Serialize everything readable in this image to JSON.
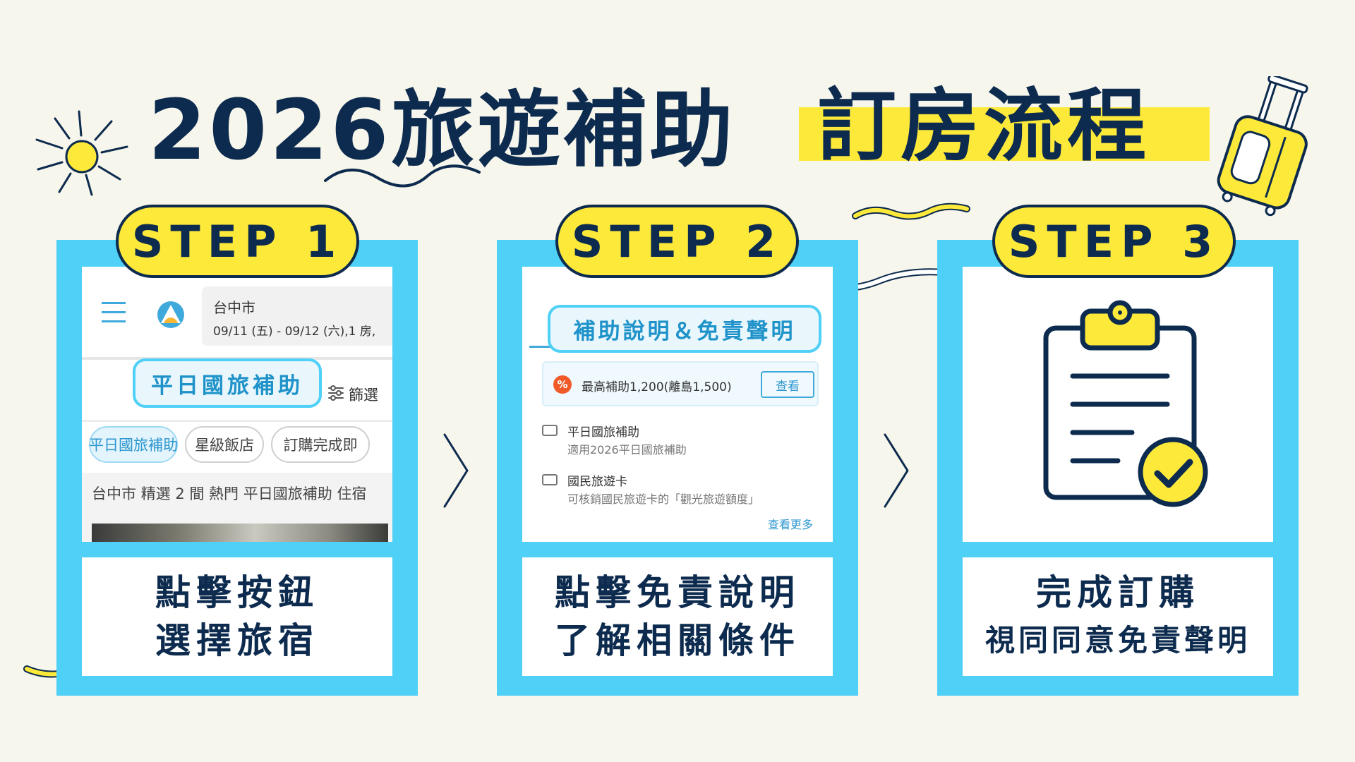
{
  "title": {
    "main": "2026旅遊補助",
    "highlight": "訂房流程"
  },
  "colors": {
    "navy": "#0d2b4e",
    "yellow": "#fde93a",
    "cyan": "#4fd0f6",
    "background": "#f7f6ec"
  },
  "steps": [
    {
      "label": "STEP 1",
      "caption": [
        "點擊按鈕",
        "選擇旅宿"
      ],
      "screen": {
        "city": "台中市",
        "dates": "09/11 (五) - 09/12 (六),1 房,",
        "bubble": "平日國旅補助",
        "filter": "篩選",
        "chips": [
          "平日國旅補助",
          "星級飯店",
          "訂購完成即"
        ],
        "hotel_text": "台中市 精選 2 間 熱門 平日國旅補助 住宿",
        "icons": [
          "menu-icon",
          "logo-icon",
          "filter-icon"
        ]
      }
    },
    {
      "label": "STEP 2",
      "caption": [
        "點擊免責說明",
        "了解相關條件"
      ],
      "screen": {
        "bubble": "補助說明＆免責聲明",
        "promo_badge": "%",
        "promo_text": "最高補助1,200(離島1,500)",
        "promo_button": "查看",
        "items": [
          {
            "title": "平日國旅補助",
            "sub": "適用2026平日國旅補助"
          },
          {
            "title": "國民旅遊卡",
            "sub": "可核銷國民旅遊卡的「觀光旅遊額度」"
          }
        ],
        "more": "查看更多"
      }
    },
    {
      "label": "STEP 3",
      "caption": [
        "完成訂購",
        "視同同意免責聲明"
      ],
      "screen": {
        "icon": "clipboard-check-icon"
      }
    }
  ],
  "decorations": [
    "sun-icon",
    "suitcase-icon",
    "wave-icon",
    "chevron-right-icon"
  ]
}
